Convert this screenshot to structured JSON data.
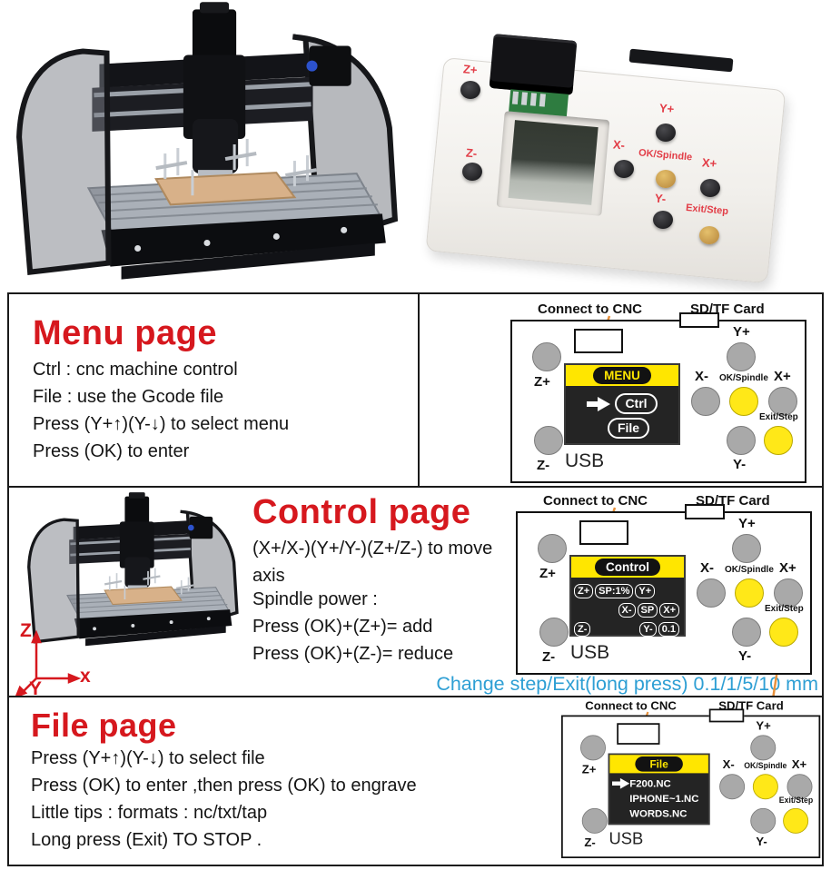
{
  "hero": {
    "controller": {
      "labels": {
        "z_plus": "Z+",
        "z_minus": "Z-",
        "y_plus": "Y+",
        "x_minus": "X-",
        "ok_spindle": "OK/Spindle",
        "x_plus": "X+",
        "y_minus": "Y-",
        "exit_step": "Exit/Step"
      }
    }
  },
  "menu_section": {
    "title": "Menu page",
    "line1": "Ctrl : cnc machine control",
    "line2": "File : use the Gcode file",
    "line3": "Press (Y+↑)(Y-↓) to select menu",
    "line4": "Press (OK) to enter"
  },
  "control_section": {
    "title": "Control page",
    "line1": "(X+/X-)(Y+/Y-)(Z+/Z-) to move axis",
    "line2": "Spindle power :",
    "line3": "Press (OK)+(Z+)= add",
    "line4": "Press (OK)+(Z-)= reduce",
    "note": "Change step/Exit(long press) 0.1/1/5/10 mm",
    "axis": {
      "z": "Z",
      "x": "x",
      "y": "Y"
    }
  },
  "file_section": {
    "title": "File page",
    "line1": "Press (Y+↑)(Y-↓) to select file",
    "line2": "Press (OK) to enter ,then press (OK) to engrave",
    "line3": "Little tips : formats : nc/txt/tap",
    "line4": "Long press (Exit) TO STOP ."
  },
  "diagram_common": {
    "connect_label": "Connect to CNC",
    "sd_label": "SD/TF Card",
    "usb_label": "USB",
    "buttons": {
      "z_plus": "Z+",
      "z_minus": "Z-",
      "y_plus": "Y+",
      "x_minus": "X-",
      "ok_spindle": "OK/Spindle",
      "x_plus": "X+",
      "y_minus": "Y-",
      "exit_step": "Exit/Step"
    }
  },
  "menu_lcd": {
    "title": "MENU",
    "item1": "Ctrl",
    "item2": "File"
  },
  "control_lcd": {
    "title": "Control",
    "r1b1": "Z+",
    "r1b2": "SP:1%",
    "r1b3": "Y+",
    "r2b1": "X-",
    "r2b2": "SP",
    "r2b3": "X+",
    "r3b1": "Z-",
    "r3b2": "Y-",
    "r3b3": "0.1"
  },
  "file_lcd": {
    "title": "File",
    "file1": "F200.NC",
    "file2": "IPHONE~1.NC",
    "file3": "WORDS.NC"
  },
  "colors": {
    "accent_red": "#d6181e",
    "note_blue": "#2e9fd4",
    "lcd_yellow": "#ffe600",
    "button_yellow": "#ffe818",
    "button_gray": "#a9a9a9",
    "annotation_orange": "#e8913c"
  }
}
